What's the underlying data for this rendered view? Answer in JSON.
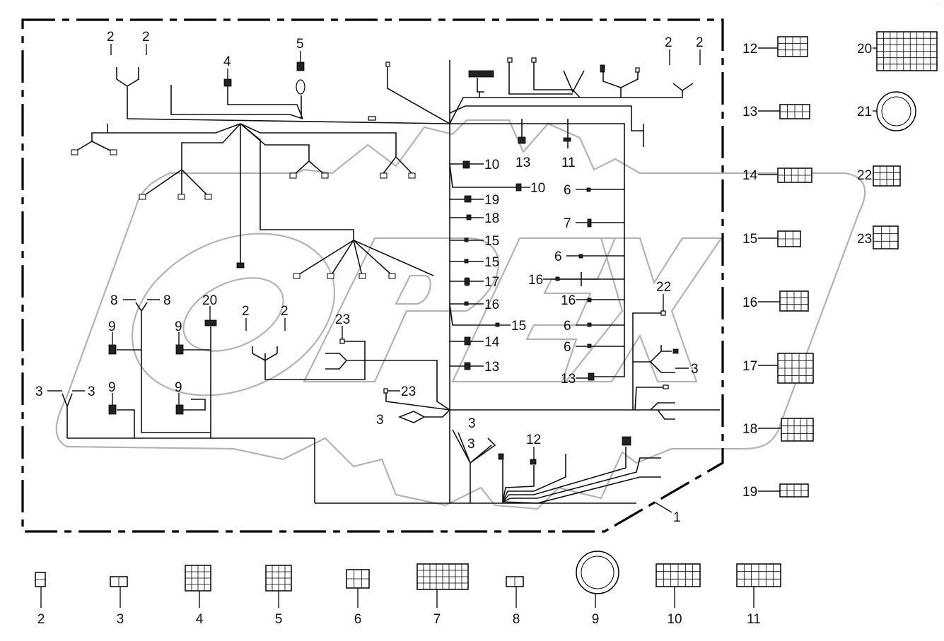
{
  "title": "Wiring harness parts diagram",
  "watermark_text": "OPEX",
  "corner_mark": "···",
  "assembly_label": "1",
  "callouts_in_harness": {
    "top_left": [
      "2",
      "2",
      "4",
      "5"
    ],
    "top_right": [
      "2",
      "2"
    ],
    "center_column_left": [
      "10",
      "10",
      "19",
      "18",
      "15",
      "15",
      "17",
      "16",
      "15",
      "14",
      "13"
    ],
    "center_top": [
      "13",
      "11"
    ],
    "center_column_right": [
      "6",
      "7",
      "6",
      "16",
      "16",
      "6",
      "6",
      "13"
    ],
    "left_area": [
      "8",
      "8",
      "9",
      "9",
      "9",
      "9",
      "3",
      "3",
      "20",
      "2",
      "2",
      "23"
    ],
    "bottom_area": [
      "23",
      "3",
      "3",
      "3",
      "12",
      "22",
      "3"
    ]
  },
  "part_legend_right": [
    {
      "num": "12",
      "icon": "connector-12-icon"
    },
    {
      "num": "20",
      "icon": "connector-20-icon"
    },
    {
      "num": "13",
      "icon": "connector-13-icon"
    },
    {
      "num": "21",
      "icon": "round-switch-21-icon"
    },
    {
      "num": "14",
      "icon": "connector-14-icon"
    },
    {
      "num": "22",
      "icon": "connector-22-icon"
    },
    {
      "num": "15",
      "icon": "connector-15-icon"
    },
    {
      "num": "23",
      "icon": "connector-23-icon"
    },
    {
      "num": "16",
      "icon": "connector-16-icon"
    },
    {
      "num": "17",
      "icon": "connector-17-icon"
    },
    {
      "num": "18",
      "icon": "connector-18-icon"
    },
    {
      "num": "19",
      "icon": "connector-19-icon"
    }
  ],
  "part_legend_bottom": [
    {
      "num": "2",
      "icon": "terminal-2-icon"
    },
    {
      "num": "3",
      "icon": "terminal-3-icon"
    },
    {
      "num": "4",
      "icon": "connector-4-icon"
    },
    {
      "num": "5",
      "icon": "connector-5-icon"
    },
    {
      "num": "6",
      "icon": "connector-6-icon"
    },
    {
      "num": "7",
      "icon": "connector-7-icon"
    },
    {
      "num": "8",
      "icon": "terminal-8-icon"
    },
    {
      "num": "9",
      "icon": "round-connector-9-icon"
    },
    {
      "num": "10",
      "icon": "connector-10-icon"
    },
    {
      "num": "11",
      "icon": "connector-11-icon"
    }
  ]
}
